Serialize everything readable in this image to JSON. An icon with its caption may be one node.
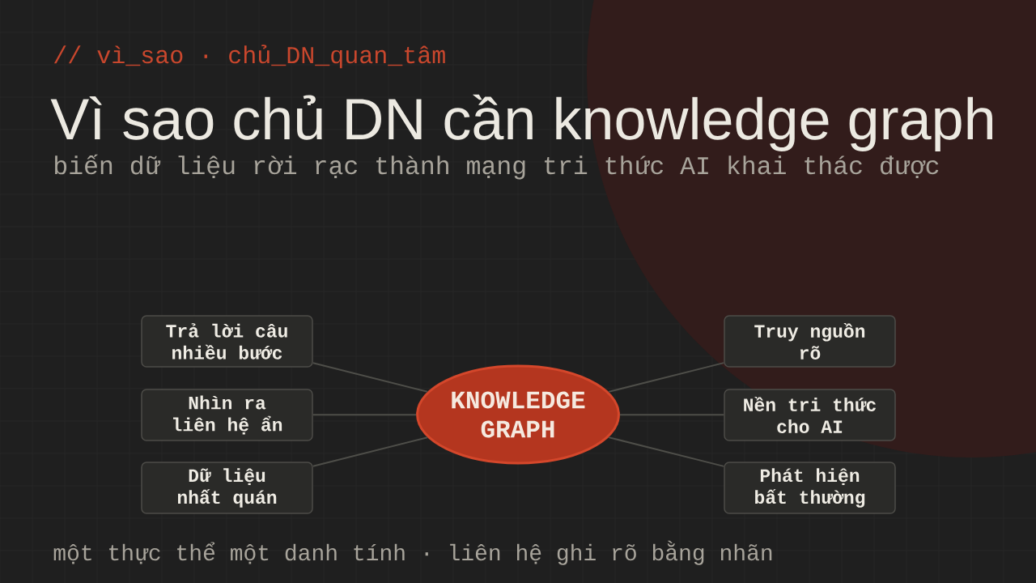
{
  "diagram": {
    "title": "Vì sao chủ DN cần knowledge graph",
    "nodes": [
      {
        "text": [
          "Trả lời câu nhiều bước"
        ]
      },
      {
        "text": [
          "Truy nguồn rõ"
        ]
      },
      {
        "text": [
          "Nhìn ra liên hệ ẩn"
        ]
      },
      {
        "text": [
          "KNOWLEDGE GRAPH"
        ]
      },
      {
        "text": [
          "Nền tri thức cho AI"
        ]
      },
      {
        "text": [
          "Dữ liệu nhất quán"
        ]
      },
      {
        "text": [
          "Phát hiện bất thường"
        ]
      }
    ],
    "edges": [
      {
        "from": 3,
        "to": 0,
        "arrow": "none"
      },
      {
        "from": 3,
        "to": 2,
        "arrow": "none"
      },
      {
        "from": 3,
        "to": 5,
        "arrow": "none"
      },
      {
        "from": 3,
        "to": 1,
        "arrow": "none"
      },
      {
        "from": 3,
        "to": 4,
        "arrow": "none"
      },
      {
        "from": 3,
        "to": 6,
        "arrow": "none"
      }
    ],
    "labels": [
      "// vì_sao · chủ_DN_quan_tâm",
      "biến dữ liệu rời rạc thành mạng tri thức AI khai thác được",
      "một thực thể một danh tính · liên hệ ghi rõ bằng nhãn"
    ]
  }
}
